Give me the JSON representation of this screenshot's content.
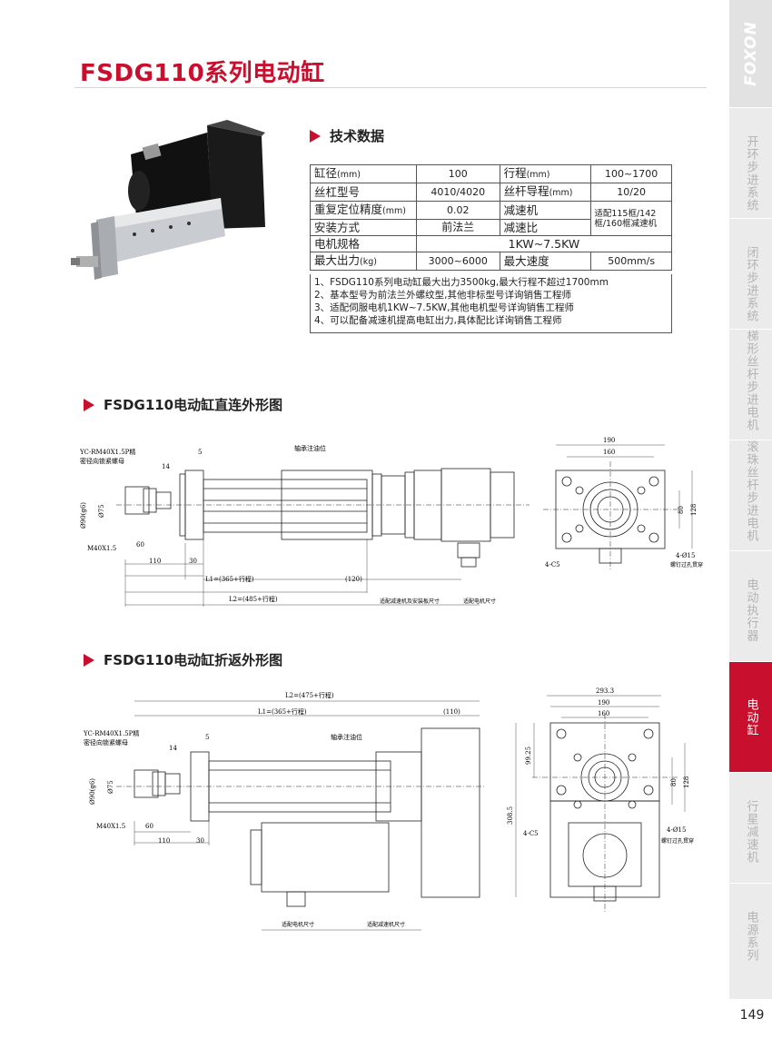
{
  "header": {
    "title": "FSDG110系列电动缸"
  },
  "sidebar": {
    "brand": "FOXON",
    "items": [
      {
        "label": "开环步进系统"
      },
      {
        "label": "闭环步进系统"
      },
      {
        "label": "梯形丝杆步进电机"
      },
      {
        "label": "滚珠丝杆步进电机"
      },
      {
        "label": "电动执行器"
      },
      {
        "label": "电动缸"
      },
      {
        "label": "行星减速机"
      },
      {
        "label": "电源系列"
      }
    ],
    "active_index": 5
  },
  "page_number": "149",
  "tech": {
    "heading": "技术数据",
    "rows": {
      "bore_label": "缸径",
      "bore_unit": "(mm)",
      "bore_value": "100",
      "stroke_label": "行程",
      "stroke_unit": "(mm)",
      "stroke_value": "100~1700",
      "screw_model_label": "丝杠型号",
      "screw_model_value": "4010/4020",
      "lead_label": "丝杆导程",
      "lead_unit": "(mm)",
      "lead_value": "10/20",
      "repeat_label": "重复定位精度",
      "repeat_unit": "(mm)",
      "repeat_value": "0.02",
      "reducer_label": "减速机",
      "reducer_value": "适配115框/142框/160框减速机",
      "mount_label": "安装方式",
      "mount_value": "前法兰",
      "ratio_label": "减速比",
      "motor_label": "电机规格",
      "motor_value": "1KW~7.5KW",
      "force_label": "最大出力",
      "force_unit": "(kg)",
      "force_value": "3000~6000",
      "speed_label": "最大速度",
      "speed_value": "500mm/s"
    },
    "notes": [
      "1、FSDG110系列电动缸最大出力3500kg,最大行程不超过1700mm",
      "2、基本型号为前法兰外螺纹型,其他非标型号详询销售工程师",
      "3、适配伺服电机1KW~7.5KW,其他电机型号详询销售工程师",
      "4、可以配备减速机提高电缸出力,具体配比详询销售工程师"
    ]
  },
  "drawing1": {
    "heading": "FSDG110电动缸直连外形图",
    "labels": {
      "nut": "YC-RM40X1.5P精",
      "nut2": "密径向锁紧螺母",
      "bearing": "轴承注油位",
      "d5": "5",
      "d14": "14",
      "d60": "60",
      "d110": "110",
      "d30": "30",
      "phi90": "Ø90(g6)",
      "phi75": "Ø75",
      "m40": "M40X1.5",
      "l1": "L1=(365+行程)",
      "d120": "(120)",
      "l2": "L2=(485+行程)",
      "reducer_len": "适配减速机及安装板尺寸",
      "motor_len": "适配电机尺寸",
      "w190": "190",
      "w160": "160",
      "h80": "80",
      "h128": "128",
      "c5": "4-C5",
      "phi15": "4-Ø15",
      "bolt": "螺钉过孔贯穿"
    }
  },
  "drawing2": {
    "heading": "FSDG110电动缸折返外形图",
    "labels": {
      "l2": "L2=(475+行程)",
      "l1": "L1=(365+行程)",
      "d110": "(110)",
      "nut": "YC-RM40X1.5P精",
      "nut2": "密径向锁紧螺母",
      "bearing": "轴承注油位",
      "d5": "5",
      "d14": "14",
      "d60": "60",
      "d110b": "110",
      "d30": "30",
      "phi90": "Ø90(g6)",
      "phi75": "Ø75",
      "m40": "M40X1.5",
      "motor_len": "适配电机尺寸",
      "reducer_len": "适配减速机尺寸",
      "w2933": "293.3",
      "w190": "190",
      "w160": "160",
      "h9925": "99.25",
      "h80": "80",
      "h128": "128",
      "h3085": "308.5",
      "c5": "4-C5",
      "phi15": "4-Ø15",
      "bolt": "螺钉过孔贯穿"
    }
  }
}
